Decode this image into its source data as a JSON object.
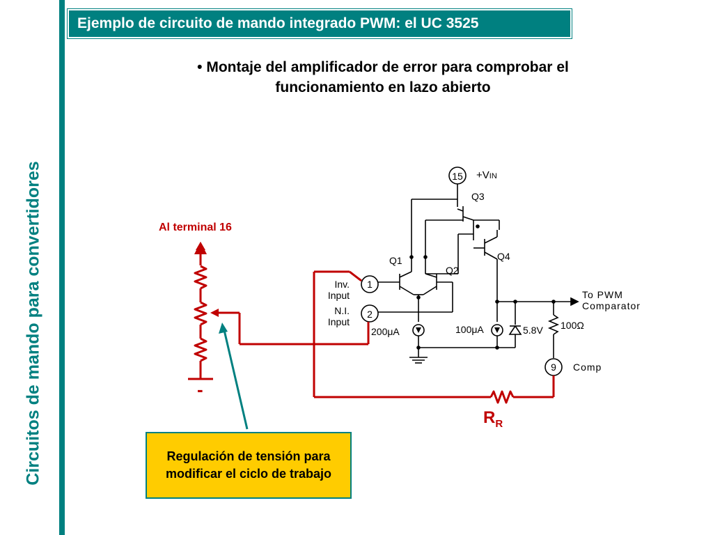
{
  "slide": {
    "title": "Ejemplo de circuito de mando integrado PWM: el UC 3525",
    "side_title": "Circuitos de mando para convertidores",
    "subtitle_bullet": "•",
    "subtitle_line1": "Montaje del amplificador de error para comprobar el",
    "subtitle_line2": "funcionamiento en lazo abierto",
    "callout_text": "Regulación de tensión para modificar el ciclo de trabajo"
  },
  "annotations": {
    "al_terminal": "Al terminal 16",
    "rr_main": "R",
    "rr_sub": "R",
    "minus": "-"
  },
  "circuit": {
    "pin_15": "15",
    "vin_plus": "+V",
    "vin_sub": "IN",
    "q3": "Q3",
    "q4": "Q4",
    "q1": "Q1",
    "q2": "Q2",
    "pin_1": "1",
    "pin_2": "2",
    "pin_9": "9",
    "inv_input_1": "Inv.",
    "inv_input_2": "Input",
    "ni_input_1": "N.I.",
    "ni_input_2": "Input",
    "current_200": "200μA",
    "current_100": "100μA",
    "zener": "5.8V",
    "resistor": "100Ω",
    "to_pwm_1": "To PWM",
    "to_pwm_2": "Comparator",
    "comp": "Comp"
  },
  "colors": {
    "teal": "#008080",
    "red": "#c00000",
    "callout_fill": "#ffcc00"
  }
}
